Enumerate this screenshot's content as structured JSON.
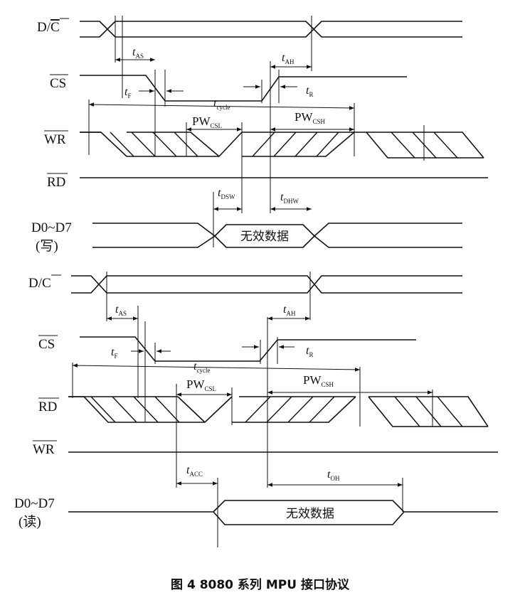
{
  "caption": "图 4   8080 系列 MPU 接口协议",
  "write_cycle": {
    "signals": {
      "dc": {
        "main": "D/",
        "bar": "C"
      },
      "cs": "CS",
      "wr": "WR",
      "rd": "RD",
      "data": "D0~D7",
      "data_mode": "(写)"
    },
    "params": {
      "tas": {
        "main": "t",
        "sub": "AS"
      },
      "tah": {
        "main": "t",
        "sub": "AH"
      },
      "tf": {
        "main": "t",
        "sub": "F"
      },
      "tr": {
        "main": "t",
        "sub": "R"
      },
      "tcycle": {
        "main": "t",
        "sub": "cycle"
      },
      "pwcsl": {
        "main": "PW",
        "sub": "CSL"
      },
      "pwcsh": {
        "main": "PW",
        "sub": "CSH"
      },
      "tdsw": {
        "main": "t",
        "sub": "DSW"
      },
      "tdhw": {
        "main": "t",
        "sub": "DHW"
      }
    },
    "data_box": "无效数据"
  },
  "read_cycle": {
    "signals": {
      "dc": {
        "main": "D/",
        "bar": "C"
      },
      "cs": "CS",
      "rd": "RD",
      "wr": "WR",
      "data": "D0~D7",
      "data_mode": "(读)"
    },
    "params": {
      "tas": {
        "main": "t",
        "sub": "AS"
      },
      "tah": {
        "main": "t",
        "sub": "AH"
      },
      "tf": {
        "main": "t",
        "sub": "F"
      },
      "tr": {
        "main": "t",
        "sub": "R"
      },
      "tcycle": {
        "main": "t",
        "sub": "cycle"
      },
      "pwcsl": {
        "main": "PW",
        "sub": "CSL"
      },
      "pwcsh": {
        "main": "PW",
        "sub": "CSH"
      },
      "tacc": {
        "main": "t",
        "sub": "ACC"
      },
      "toh": {
        "main": "t",
        "sub": "OH"
      }
    },
    "data_box": "无效数据"
  }
}
